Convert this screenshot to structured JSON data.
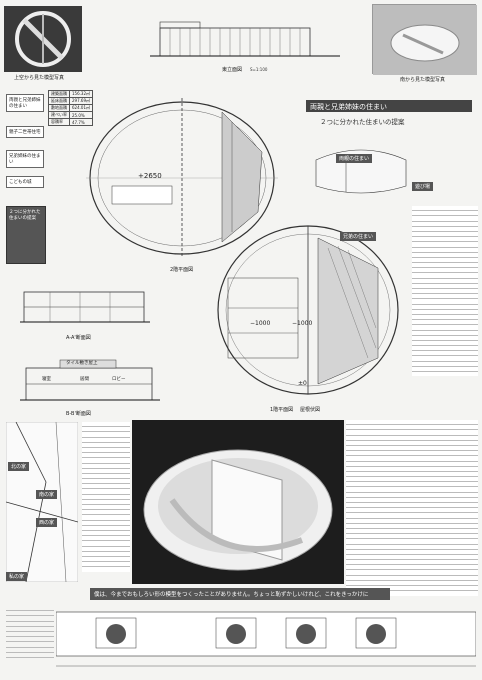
{
  "captions": {
    "top_left_photo": "上空から見た模型写真",
    "top_right_photo": "南から見た模型写真",
    "east_elevation": "東立面図",
    "floor2_plan": "2階平面図",
    "floor1_plan": "1階平面図",
    "aa_section": "A-A'断面図",
    "bb_section": "B-B'断面図",
    "roof_plan": "屋根伏図"
  },
  "scales": {
    "s100": "S=1:100"
  },
  "main_title": "両親と兄弟姉妹の住まい",
  "subtitle": "２つに分かれた住まいの提案",
  "left_labels": {
    "l1": "両親と兄弟姉妹の住まい",
    "l2": "親子二世帯住宅",
    "l3": "兄弟姉妹の住まい",
    "l4": "こどもの城"
  },
  "dark_box": "２つに分かれた住まいの提案",
  "table": {
    "rows": [
      [
        "建築面積",
        "156.32㎡"
      ],
      [
        "延床面積",
        "297.69㎡"
      ],
      [
        "敷地面積",
        "624.01㎡"
      ],
      [
        "建ぺい率",
        "25.0%"
      ],
      [
        "容積率",
        "47.7%"
      ]
    ]
  },
  "tags": {
    "parents": "両親の住まい",
    "kids": "兄弟の住まい",
    "play": "遊び場"
  },
  "map_labels": {
    "kita": "北の家",
    "minami": "南の家",
    "nishi": "西の家",
    "watashi": "私の家"
  },
  "dims": {
    "plus2650": "+2650",
    "minus1000a": "−1000",
    "minus1000b": "−1000",
    "zero": "±0"
  },
  "section_labels": {
    "room1": "寝室",
    "room2": "居間",
    "room3": "ロビー",
    "room4": "タイル敷き屋上"
  },
  "bottom_band": "僕は、今までおもしろい形の模型をつくったことがありません。ちょっと恥ずかしいけれど、これをきっかけに"
}
